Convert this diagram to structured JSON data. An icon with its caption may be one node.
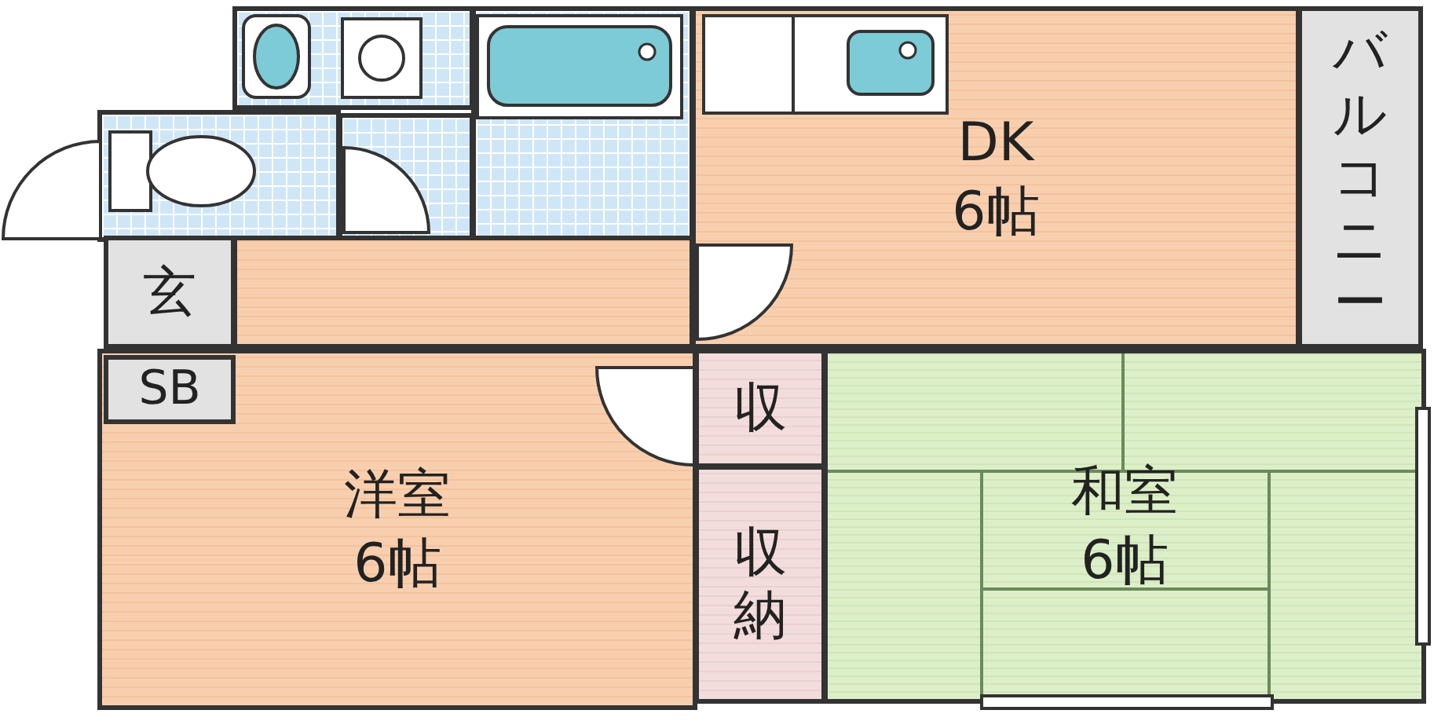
{
  "diagram": {
    "nodes": [
      {
        "text": [],
        "shape": "box"
      },
      {
        "text": [],
        "shape": "box"
      },
      {
        "text": [],
        "shape": "box"
      },
      {
        "text": [],
        "shape": "box"
      },
      {
        "text": [
          "DK",
          "6帖"
        ]
      },
      {
        "text": [
          "バルコニー"
        ]
      },
      {
        "text": [],
        "shape": "box"
      },
      {
        "text": [
          "玄"
        ]
      },
      {
        "text": [
          "洋室",
          "6帖"
        ]
      },
      {
        "text": [
          "SB"
        ],
        "in": 8
      },
      {
        "text": [
          "収"
        ]
      },
      {
        "text": [
          "和室",
          "6帖"
        ]
      },
      {
        "text": [
          "収納"
        ]
      }
    ]
  }
}
